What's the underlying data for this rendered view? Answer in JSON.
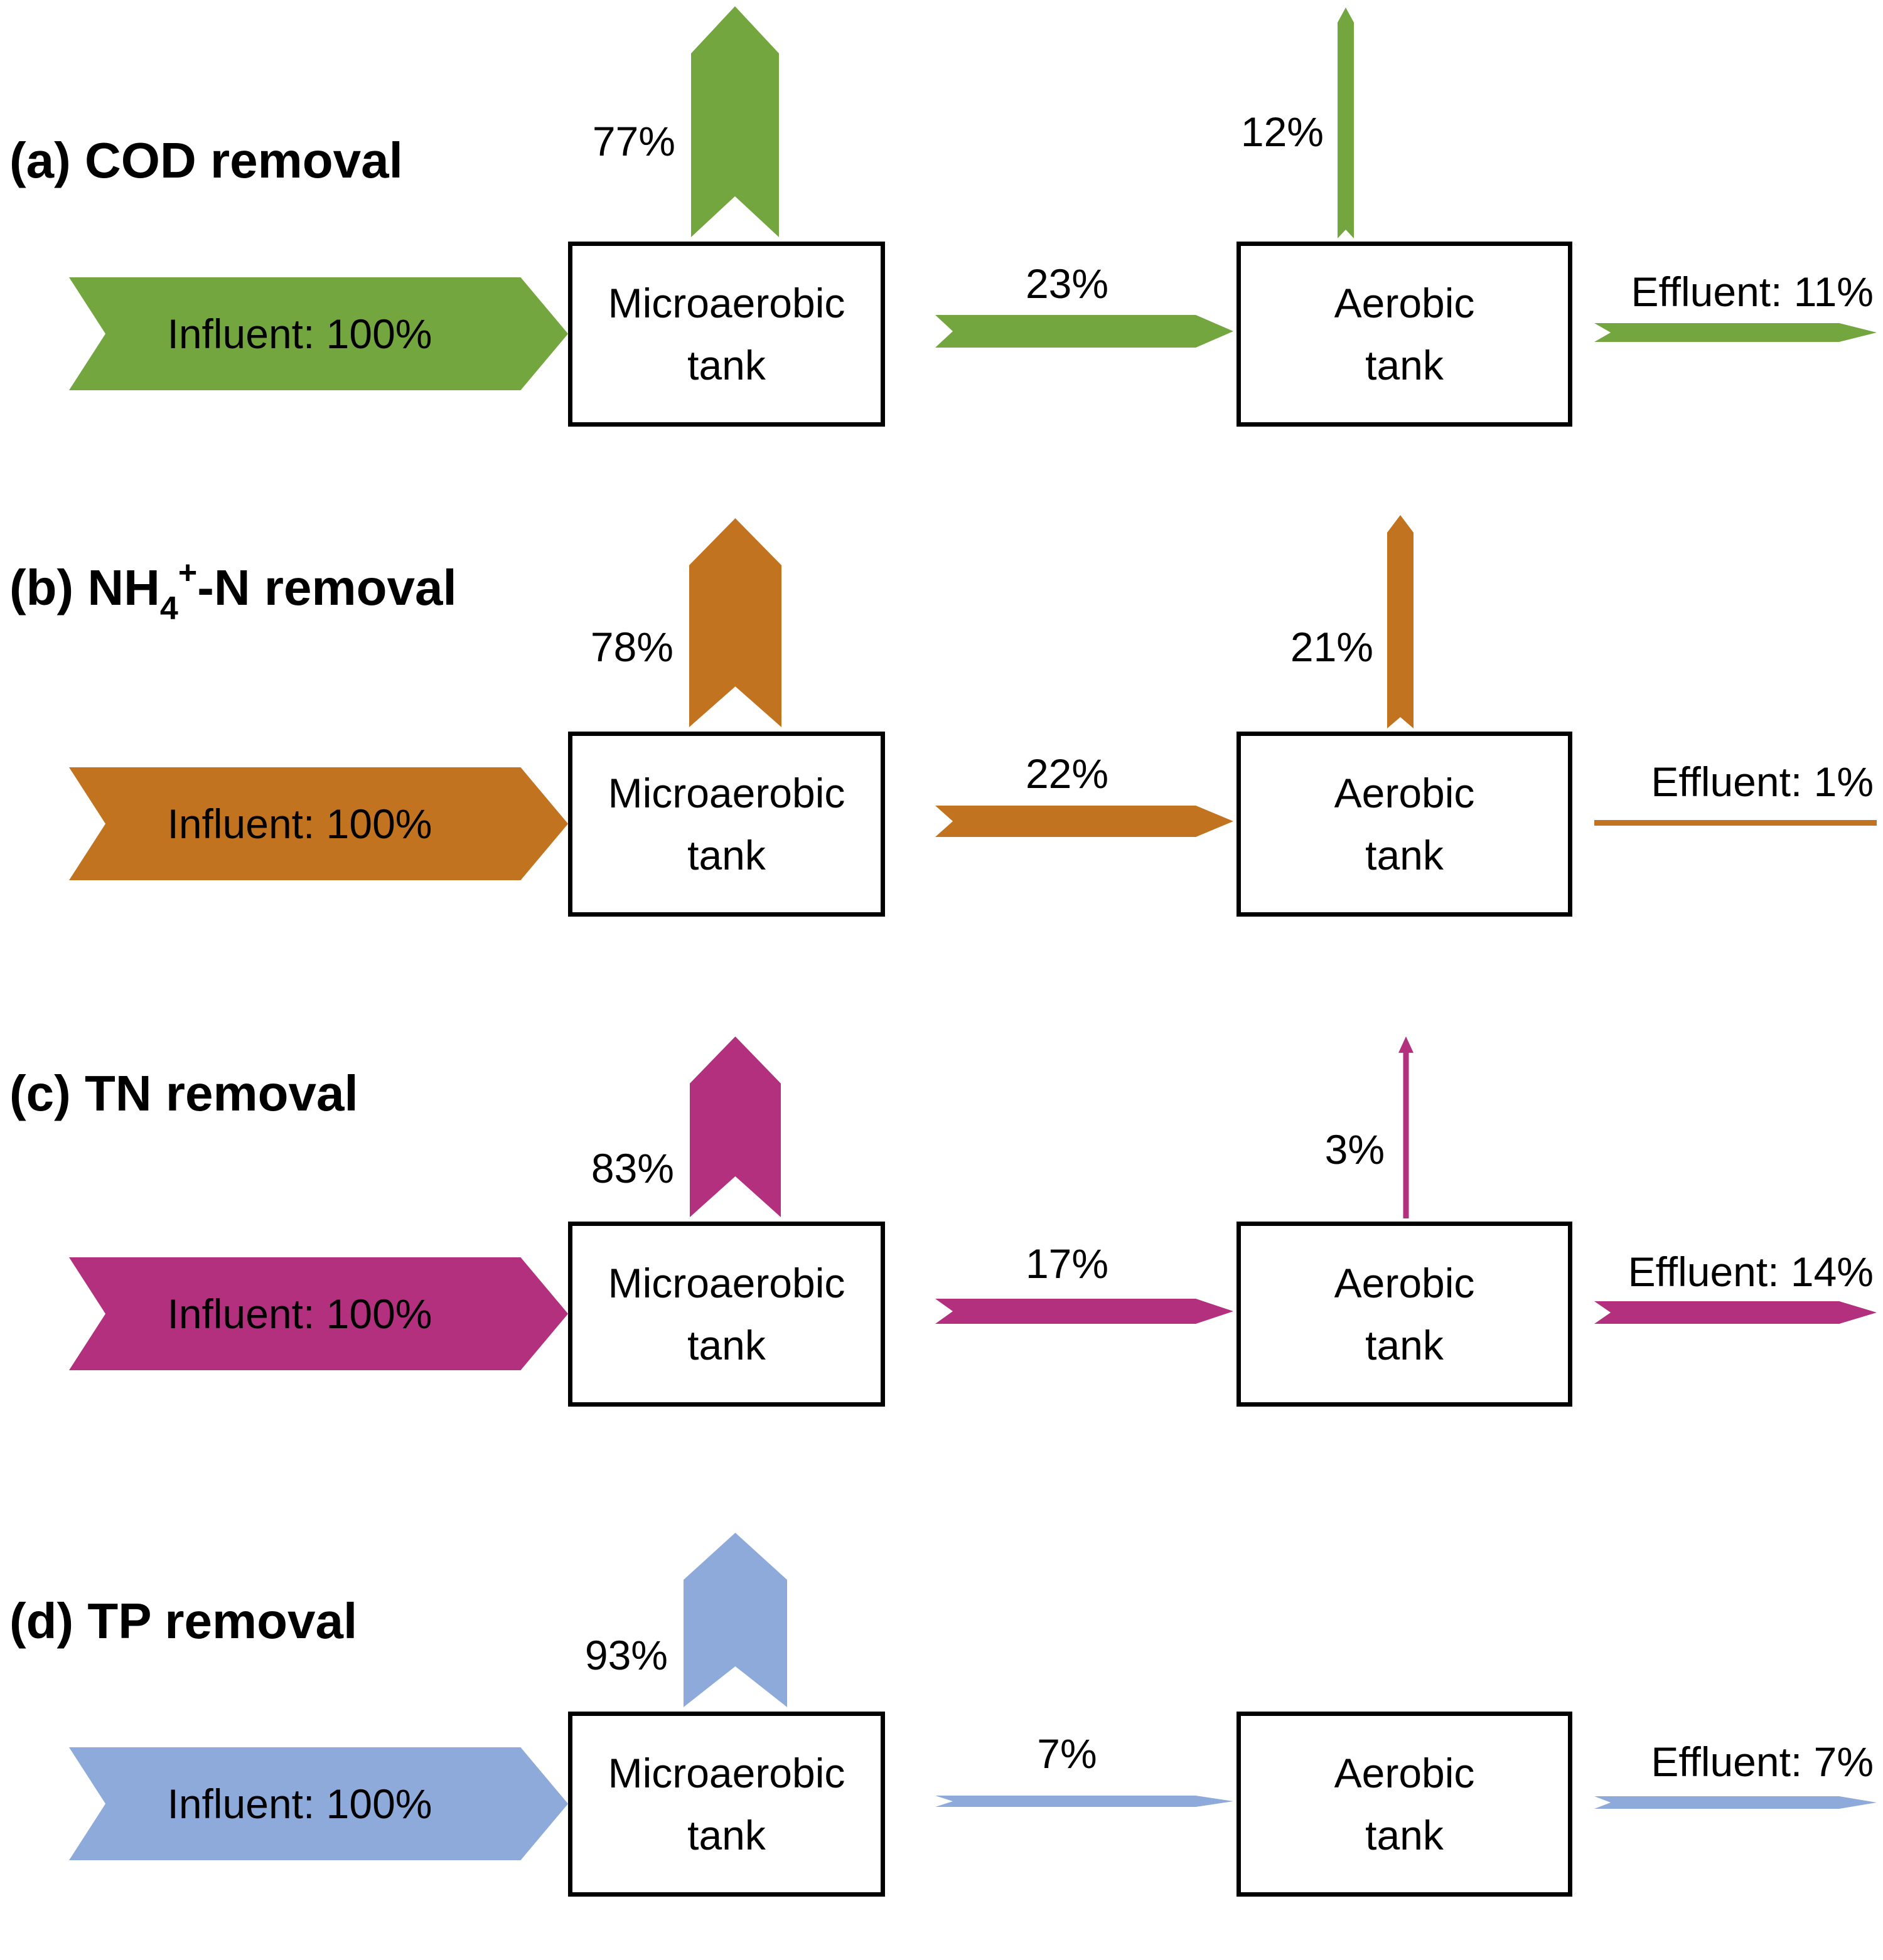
{
  "figure": {
    "background": "#FFFFFF",
    "tank1_line1": "Microaerobic",
    "tank1_line2": "tank",
    "tank2_line1": "Aerobic",
    "tank2_line2": "tank"
  },
  "panels": [
    {
      "id": "a",
      "title_pre": "(a) COD removal",
      "title_sub": "",
      "title_sup": "",
      "title_post": "",
      "color": "#74A63F",
      "influent_label": "Influent: 100%",
      "influent_value": 100,
      "tank1_removal_label": "77%",
      "tank1_removal_value": 77,
      "transfer_label": "23%",
      "transfer_value": 23,
      "tank2_removal_label": "12%",
      "tank2_removal_value": 12,
      "effluent_label": "Effluent: 11%",
      "effluent_value": 11
    },
    {
      "id": "b",
      "title_pre": "(b) NH",
      "title_sub": "4",
      "title_sup": "+",
      "title_post": "-N removal",
      "color": "#C1731F",
      "influent_label": "Influent: 100%",
      "influent_value": 100,
      "tank1_removal_label": "78%",
      "tank1_removal_value": 78,
      "transfer_label": "22%",
      "transfer_value": 22,
      "tank2_removal_label": "21%",
      "tank2_removal_value": 21,
      "effluent_label": "Effluent: 1%",
      "effluent_value": 1
    },
    {
      "id": "c",
      "title_pre": "(c) TN removal",
      "title_sub": "",
      "title_sup": "",
      "title_post": "",
      "color": "#B2307D",
      "influent_label": "Influent: 100%",
      "influent_value": 100,
      "tank1_removal_label": "83%",
      "tank1_removal_value": 83,
      "transfer_label": "17%",
      "transfer_value": 17,
      "tank2_removal_label": "3%",
      "tank2_removal_value": 3,
      "effluent_label": "Effluent: 14%",
      "effluent_value": 14
    },
    {
      "id": "d",
      "title_pre": "(d) TP removal",
      "title_sub": "",
      "title_sup": "",
      "title_post": "",
      "color": "#8EAADB",
      "influent_label": "Influent: 100%",
      "influent_value": 100,
      "tank1_removal_label": "93%",
      "tank1_removal_value": 93,
      "transfer_label": "7%",
      "transfer_value": 7,
      "tank2_removal_label": "",
      "tank2_removal_value": null,
      "effluent_label": "Effluent: 7%",
      "effluent_value": 7
    }
  ]
}
